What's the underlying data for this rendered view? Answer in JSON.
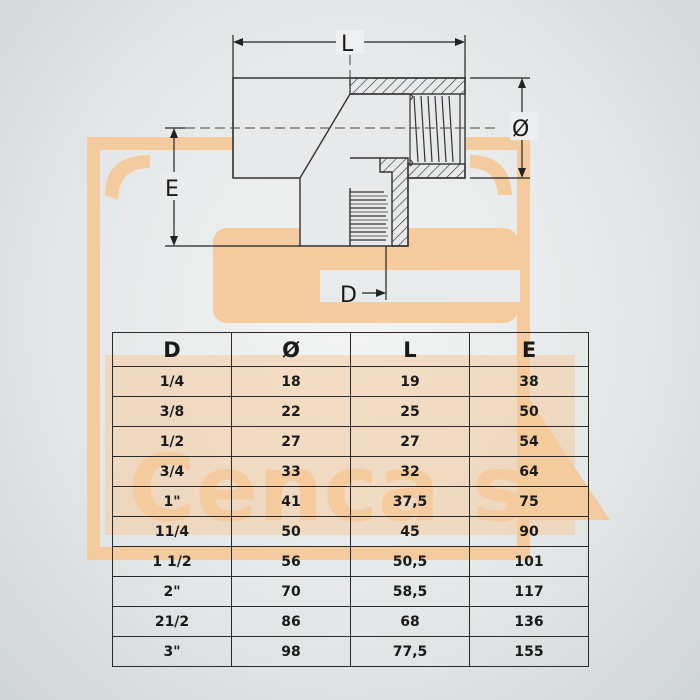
{
  "drawing": {
    "dim_L": "L",
    "dim_O": "Ø",
    "dim_E": "E",
    "dim_D": "D"
  },
  "watermark": {
    "text": "Cenca s.",
    "color": "#f6c998"
  },
  "table": {
    "headers": [
      "D",
      "Ø",
      "L",
      "E"
    ],
    "rows": [
      [
        "1/4",
        "18",
        "19",
        "38"
      ],
      [
        "3/8",
        "22",
        "25",
        "50"
      ],
      [
        "1/2",
        "27",
        "27",
        "54"
      ],
      [
        "3/4",
        "33",
        "32",
        "64"
      ],
      [
        "1\"",
        "41",
        "37,5",
        "75"
      ],
      [
        "11/4",
        "50",
        "45",
        "90"
      ],
      [
        "1 1/2",
        "56",
        "50,5",
        "101"
      ],
      [
        "2\"",
        "70",
        "58,5",
        "117"
      ],
      [
        "21/2",
        "86",
        "68",
        "136"
      ],
      [
        "3\"",
        "98",
        "77,5",
        "155"
      ]
    ]
  }
}
